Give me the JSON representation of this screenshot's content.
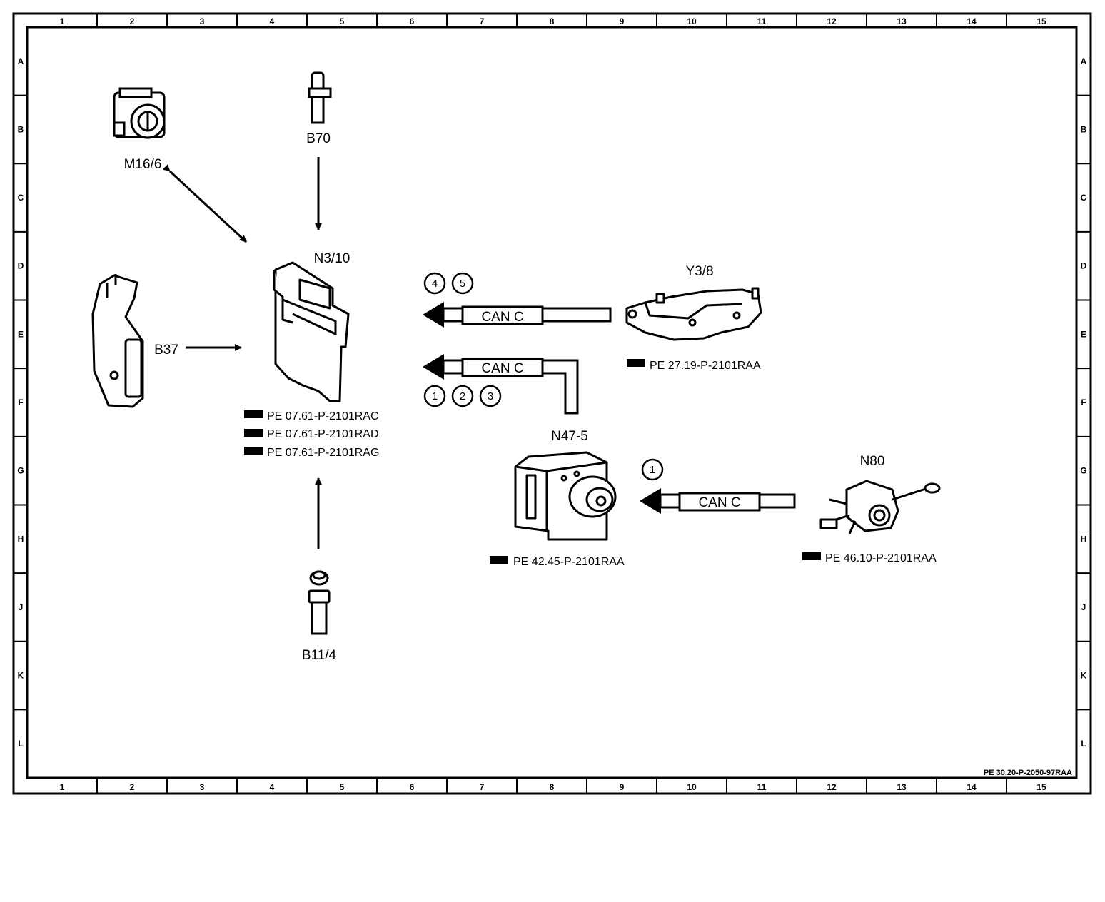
{
  "frame": {
    "columns": [
      "1",
      "2",
      "3",
      "4",
      "5",
      "6",
      "7",
      "8",
      "9",
      "10",
      "11",
      "12",
      "13",
      "14",
      "15"
    ],
    "rows": [
      "A",
      "B",
      "C",
      "D",
      "E",
      "F",
      "G",
      "H",
      "J",
      "K",
      "L"
    ],
    "doc_id": "PE 30.20-P-2050-97RAA"
  },
  "components": {
    "m16_6": "M16/6",
    "b70": "B70",
    "n3_10": "N3/10",
    "b37": "B37",
    "b11_4": "B11/4",
    "y3_8": "Y3/8",
    "n47_5": "N47-5",
    "n80": "N80"
  },
  "refs": {
    "n3_10": [
      "PE 07.61-P-2101RAC",
      "PE 07.61-P-2101RAD",
      "PE 07.61-P-2101RAG"
    ],
    "y3_8": "PE 27.19-P-2101RAA",
    "n47_5": "PE 42.45-P-2101RAA",
    "n80": "PE 46.10-P-2101RAA"
  },
  "buses": {
    "top": "CAN C",
    "middle": "CAN C",
    "bottom": "CAN C"
  },
  "markers": {
    "top": [
      "4",
      "5"
    ],
    "middle": [
      "1",
      "2",
      "3"
    ],
    "bottom": [
      "1"
    ]
  }
}
